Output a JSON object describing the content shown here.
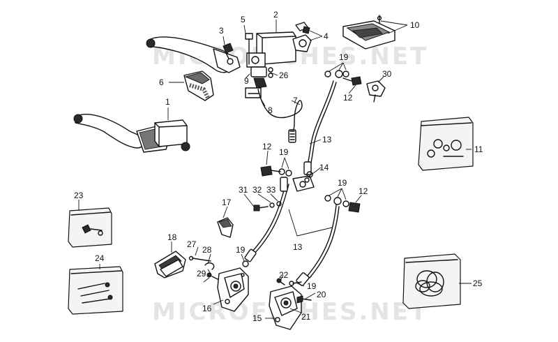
{
  "watermark": {
    "top_text": "MICROFICHES.NET",
    "bottom_text": "MICROFICHES.NET"
  },
  "callouts": {
    "c1": "1",
    "c2": "2",
    "c3": "3",
    "c4": "4",
    "c5": "5",
    "c6": "6",
    "c7": "7",
    "c8": "8",
    "c9": "9",
    "c10": "10",
    "c11": "11",
    "c12a": "12",
    "c12b": "12",
    "c12c": "12",
    "c13a": "13",
    "c13b": "13",
    "c14": "14",
    "c15": "15",
    "c16": "16",
    "c17": "17",
    "c18": "18",
    "c19a": "19",
    "c19b": "19",
    "c19c": "19",
    "c19d": "19",
    "c19e": "19",
    "c20": "20",
    "c21": "21",
    "c22": "22",
    "c23": "23",
    "c24": "24",
    "c25": "25",
    "c26": "26",
    "c27": "27",
    "c28": "28",
    "c29": "29",
    "c30": "30",
    "c31": "31",
    "c32": "32",
    "c33": "33"
  }
}
